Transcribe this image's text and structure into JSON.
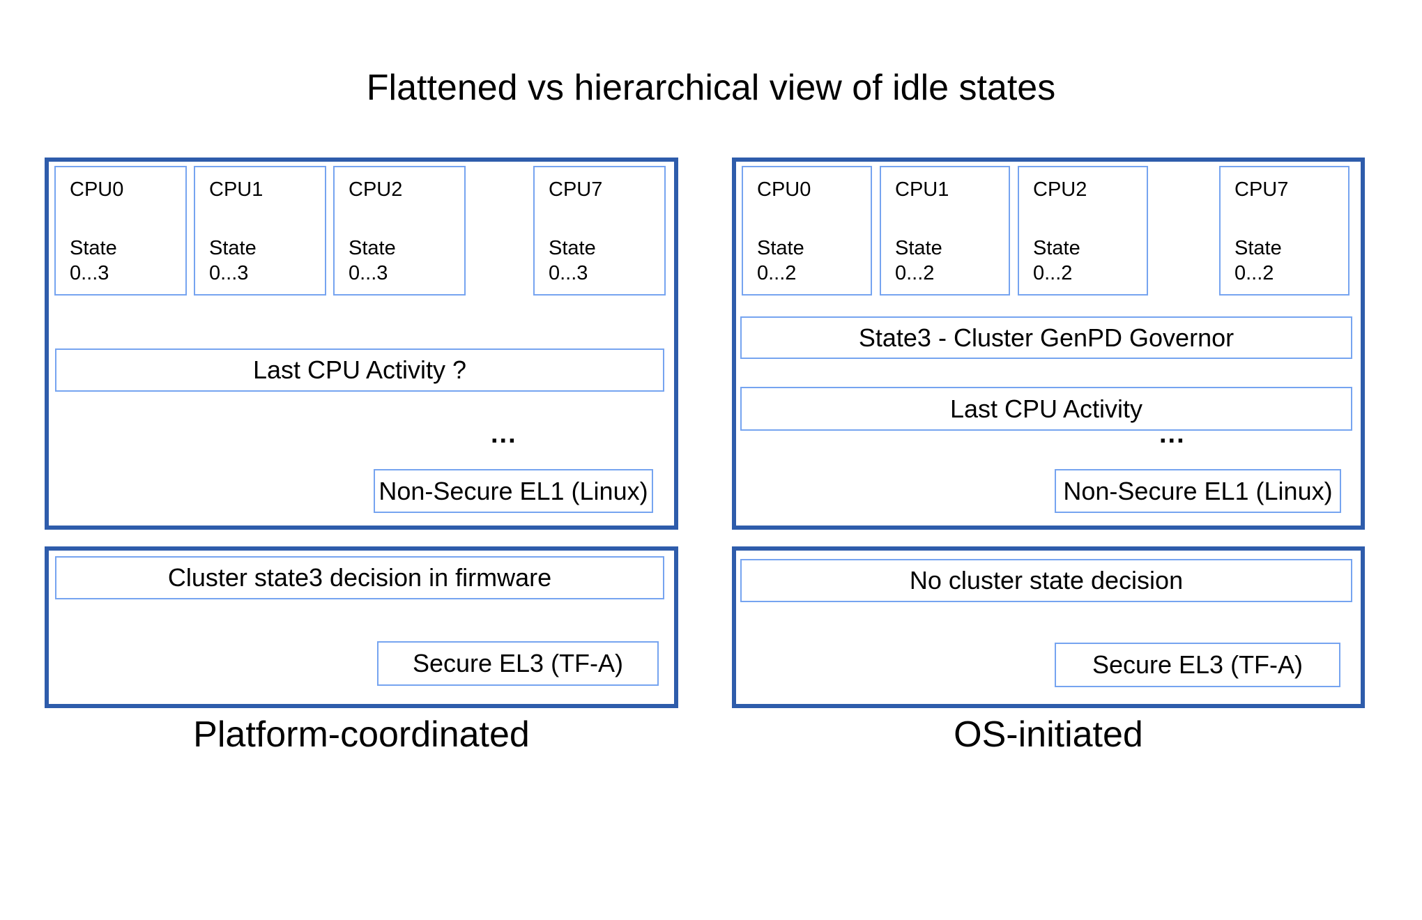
{
  "title": "Flattened vs hierarchical view of idle states",
  "colors": {
    "outer_box_border": "#2e5cab",
    "inner_box_border": "#76a4f0",
    "text": "#000000",
    "background": "#ffffff"
  },
  "panels": {
    "left": {
      "caption": "Platform-coordinated",
      "ellipsis": "...",
      "cpus": [
        {
          "name": "CPU0",
          "state_word": "State",
          "state_range": "0...3"
        },
        {
          "name": "CPU1",
          "state_word": "State",
          "state_range": "0...3"
        },
        {
          "name": "CPU2",
          "state_word": "State",
          "state_range": "0...3"
        },
        {
          "name": "CPU7",
          "state_word": "State",
          "state_range": "0...3"
        }
      ],
      "top_box": {
        "activity_bar": "Last CPU Activity ?",
        "corner_box": "Non-Secure EL1 (Linux)"
      },
      "bottom_box": {
        "decision_bar": "Cluster state3 decision in firmware",
        "corner_box": "Secure EL3 (TF-A)"
      }
    },
    "right": {
      "caption": "OS-initiated",
      "ellipsis": "...",
      "cpus": [
        {
          "name": "CPU0",
          "state_word": "State",
          "state_range": "0...2"
        },
        {
          "name": "CPU1",
          "state_word": "State",
          "state_range": "0...2"
        },
        {
          "name": "CPU2",
          "state_word": "State",
          "state_range": "0...2"
        },
        {
          "name": "CPU7",
          "state_word": "State",
          "state_range": "0...2"
        }
      ],
      "top_box": {
        "governor_bar": "State3 - Cluster GenPD Governor",
        "activity_bar": "Last CPU Activity",
        "corner_box": "Non-Secure EL1 (Linux)"
      },
      "bottom_box": {
        "decision_bar": "No cluster state decision",
        "corner_box": "Secure EL3 (TF-A)"
      }
    }
  }
}
